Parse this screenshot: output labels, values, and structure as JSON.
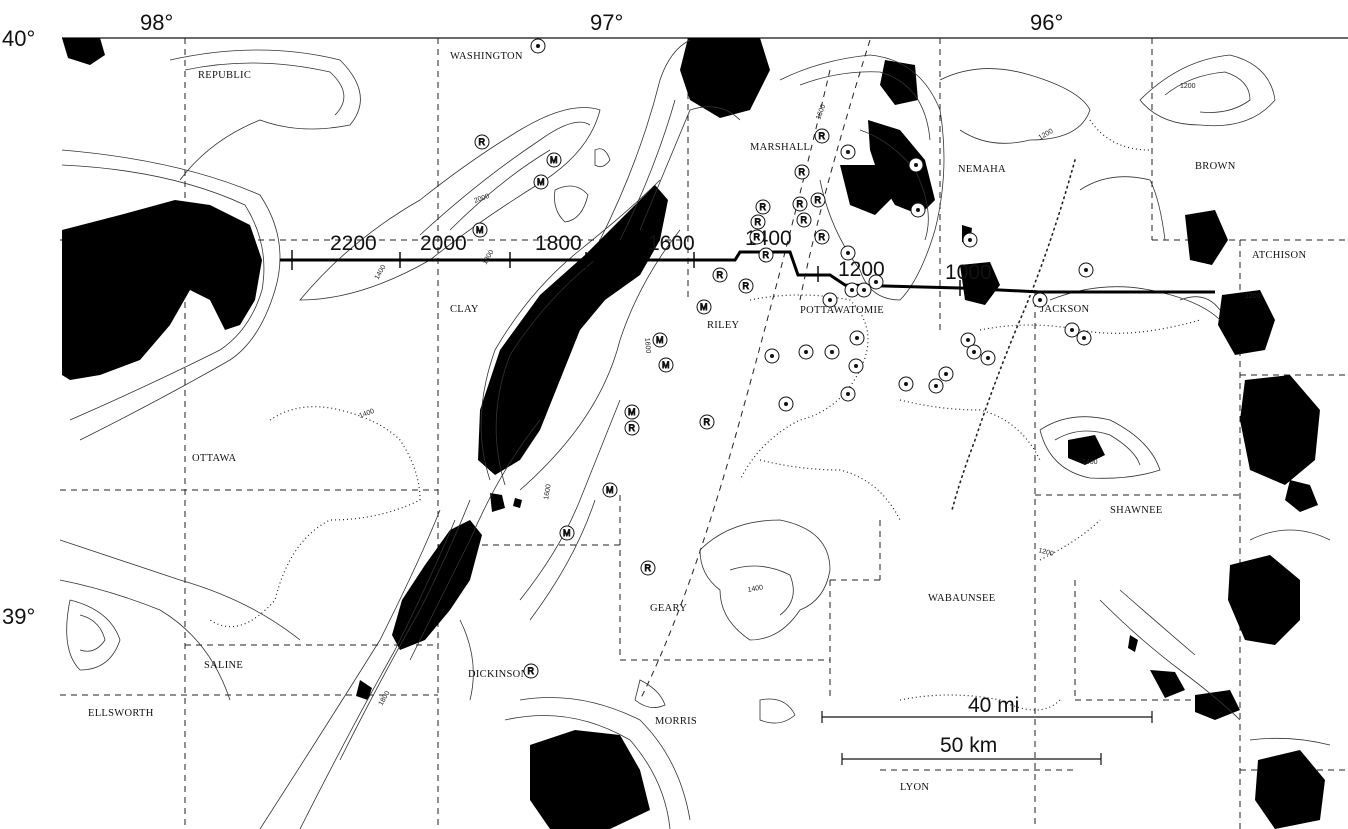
{
  "latitudes": [
    "40°",
    "39°"
  ],
  "longitudes": [
    "98°",
    "97°",
    "96°"
  ],
  "counties": [
    {
      "name": "REPUBLIC"
    },
    {
      "name": "WASHINGTON"
    },
    {
      "name": "MARSHALL"
    },
    {
      "name": "NEMAHA"
    },
    {
      "name": "BROWN"
    },
    {
      "name": "ATCHISON"
    },
    {
      "name": "CLAY"
    },
    {
      "name": "RILEY"
    },
    {
      "name": "POTTAWATOMIE"
    },
    {
      "name": "JACKSON"
    },
    {
      "name": "OTTAWA"
    },
    {
      "name": "SHAWNEE"
    },
    {
      "name": "GEARY"
    },
    {
      "name": "WABAUNSEE"
    },
    {
      "name": "SALINE"
    },
    {
      "name": "DICKINSON"
    },
    {
      "name": "ELLSWORTH"
    },
    {
      "name": "MORRIS"
    },
    {
      "name": "LYON"
    }
  ],
  "profile_distances": [
    "2200",
    "2000",
    "1800",
    "1600",
    "1400",
    "1200",
    "1000"
  ],
  "scale_bars": [
    "40 mi",
    "50 km"
  ],
  "marker_labels": {
    "R": "R",
    "M": "M"
  },
  "contour_values": [
    "1200",
    "1400",
    "1600",
    "1800",
    "2000"
  ],
  "colors": {
    "ink": "#111111",
    "background": "#ffffff"
  }
}
